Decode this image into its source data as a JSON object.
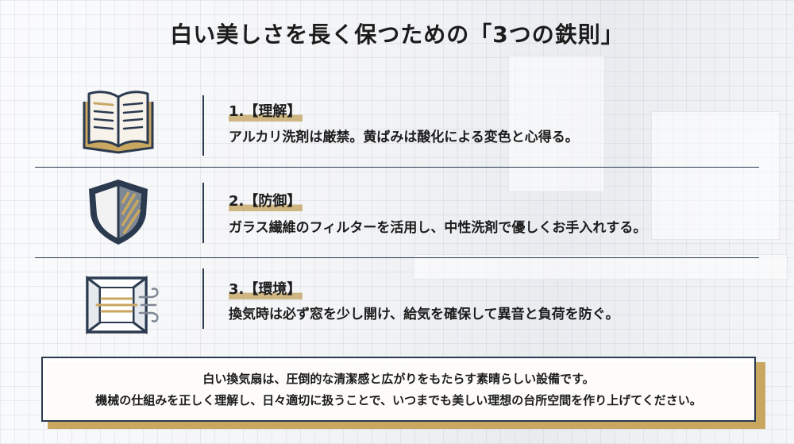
{
  "title": "白い美しさを長く保つための「3つの鉄則」",
  "rules": [
    {
      "heading": "1.【理解】",
      "text": "アルカリ洗剤は厳禁。黄ばみは酸化による変色と心得る。",
      "icon": "open-book-icon"
    },
    {
      "heading": "2.【防御】",
      "text": "ガラス繊維のフィルターを活用し、中性洗剤で優しくお手入れする。",
      "icon": "shield-icon"
    },
    {
      "heading": "3.【環境】",
      "text": "換気時は必ず窓を少し開け、給気を確保して異音と負荷を防ぐ。",
      "icon": "open-window-airflow-icon"
    }
  ],
  "summary": {
    "line1": "白い換気扇は、圧倒的な清潔感と広がりをもたらす素晴らしい設備です。",
    "line2": "機械の仕組みを正しく理解し、日々適切に扱うことで、いつまでも美しい理想の台所空間を作り上げてください。"
  },
  "colors": {
    "navy": "#2b3a4f",
    "gold": "#c9a760",
    "text": "#1c1c1c"
  }
}
